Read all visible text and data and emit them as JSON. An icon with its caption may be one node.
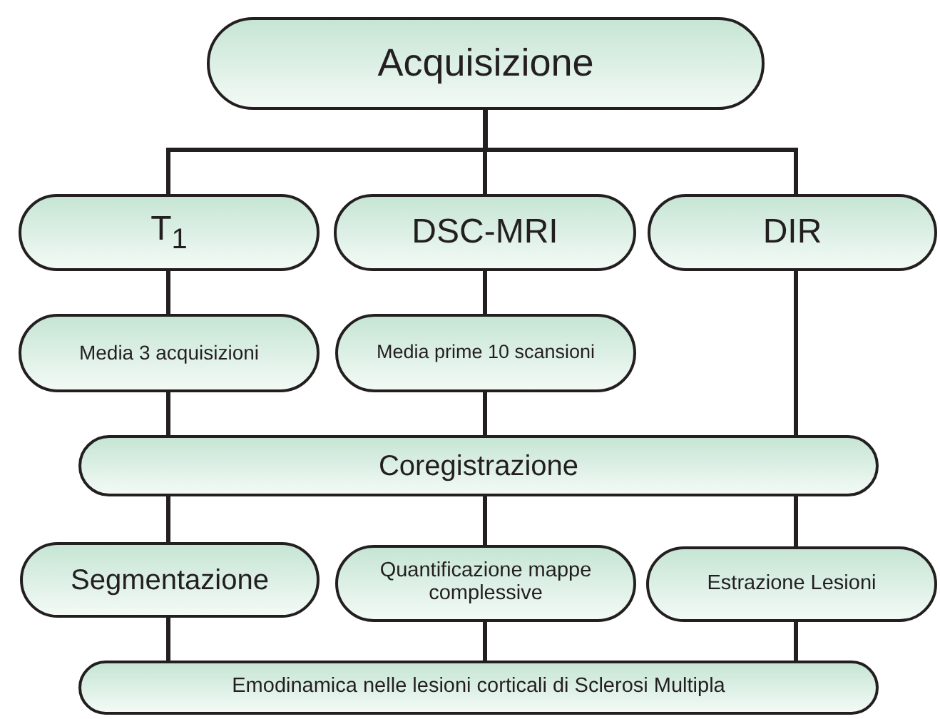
{
  "diagram": {
    "nodes": [
      {
        "text": [
          "Acquisizione"
        ]
      },
      {
        "text": [
          "T$_{1}$"
        ]
      },
      {
        "text": [
          "DSC-MRI"
        ]
      },
      {
        "text": [
          "DIR"
        ]
      },
      {
        "text": [
          "Media 3 acquisizioni"
        ]
      },
      {
        "text": [
          "Media prime 10 scansioni"
        ]
      },
      {
        "text": [
          "Coregistrazione"
        ]
      },
      {
        "text": [
          "Segmentazione"
        ]
      },
      {
        "text": [
          "Quantificazione mappe complessive"
        ]
      },
      {
        "text": [
          "Estrazione Lesioni"
        ]
      },
      {
        "text": [
          "Emodinamica nelle lesioni corticali di Sclerosi Multipla"
        ]
      }
    ],
    "edges": [
      {
        "from": 0,
        "to": 1,
        "arrow": "none"
      },
      {
        "from": 0,
        "to": 2,
        "arrow": "none"
      },
      {
        "from": 0,
        "to": 3,
        "arrow": "none"
      },
      {
        "from": 1,
        "to": 4,
        "arrow": "none"
      },
      {
        "from": 2,
        "to": 5,
        "arrow": "none"
      },
      {
        "from": 3,
        "to": 6,
        "arrow": "none"
      },
      {
        "from": 4,
        "to": 6,
        "arrow": "none"
      },
      {
        "from": 5,
        "to": 6,
        "arrow": "none"
      },
      {
        "from": 6,
        "to": 7,
        "arrow": "none"
      },
      {
        "from": 6,
        "to": 8,
        "arrow": "none"
      },
      {
        "from": 6,
        "to": 9,
        "arrow": "none"
      },
      {
        "from": 7,
        "to": 10,
        "arrow": "none"
      },
      {
        "from": 8,
        "to": 10,
        "arrow": "none"
      },
      {
        "from": 9,
        "to": 10,
        "arrow": "none"
      }
    ]
  }
}
